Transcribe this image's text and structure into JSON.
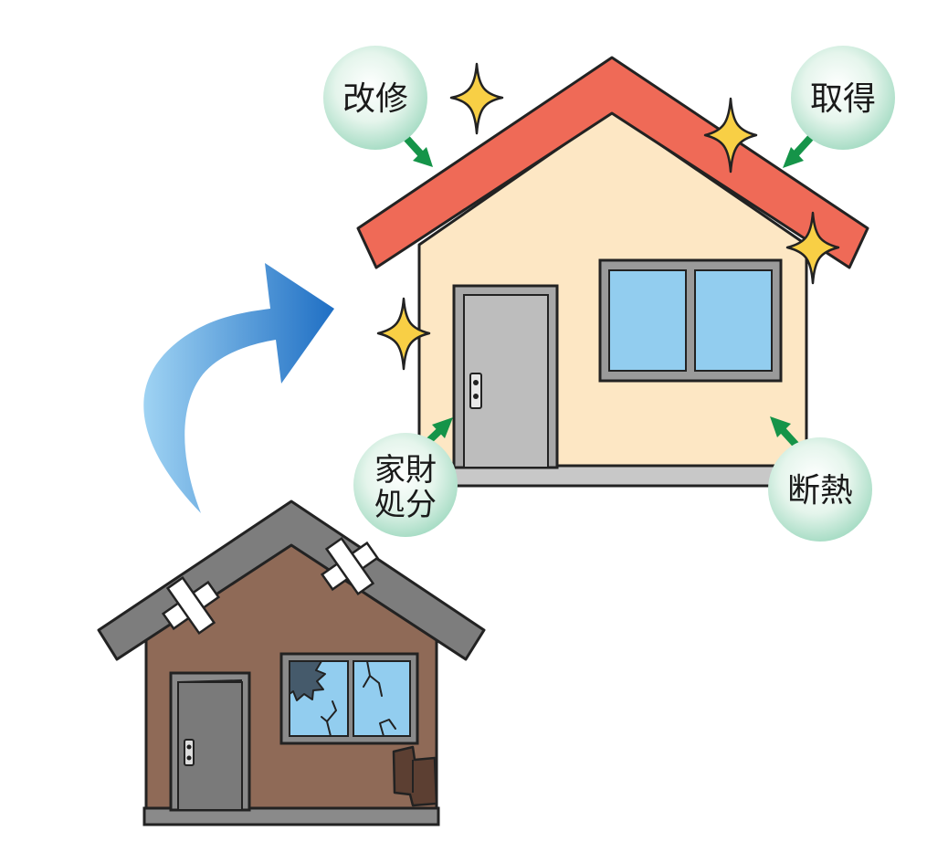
{
  "labels": {
    "renovation": "改修",
    "acquisition": "取得",
    "belongings_disposal_line1": "家財",
    "belongings_disposal_line2": "処分",
    "insulation": "断熱"
  },
  "colors": {
    "new_roof": "#ef6a57",
    "new_wall": "#fde7c4",
    "old_roof": "#7d7d7d",
    "old_wall": "#8f6a57",
    "door": "#b4b4b4",
    "glass": "#92cdef",
    "sparkle": "#f8cf45",
    "bubble_green": "#a9ddc6",
    "pointer_arrow": "#159449",
    "transition_arrow": "#2c7fd0"
  }
}
